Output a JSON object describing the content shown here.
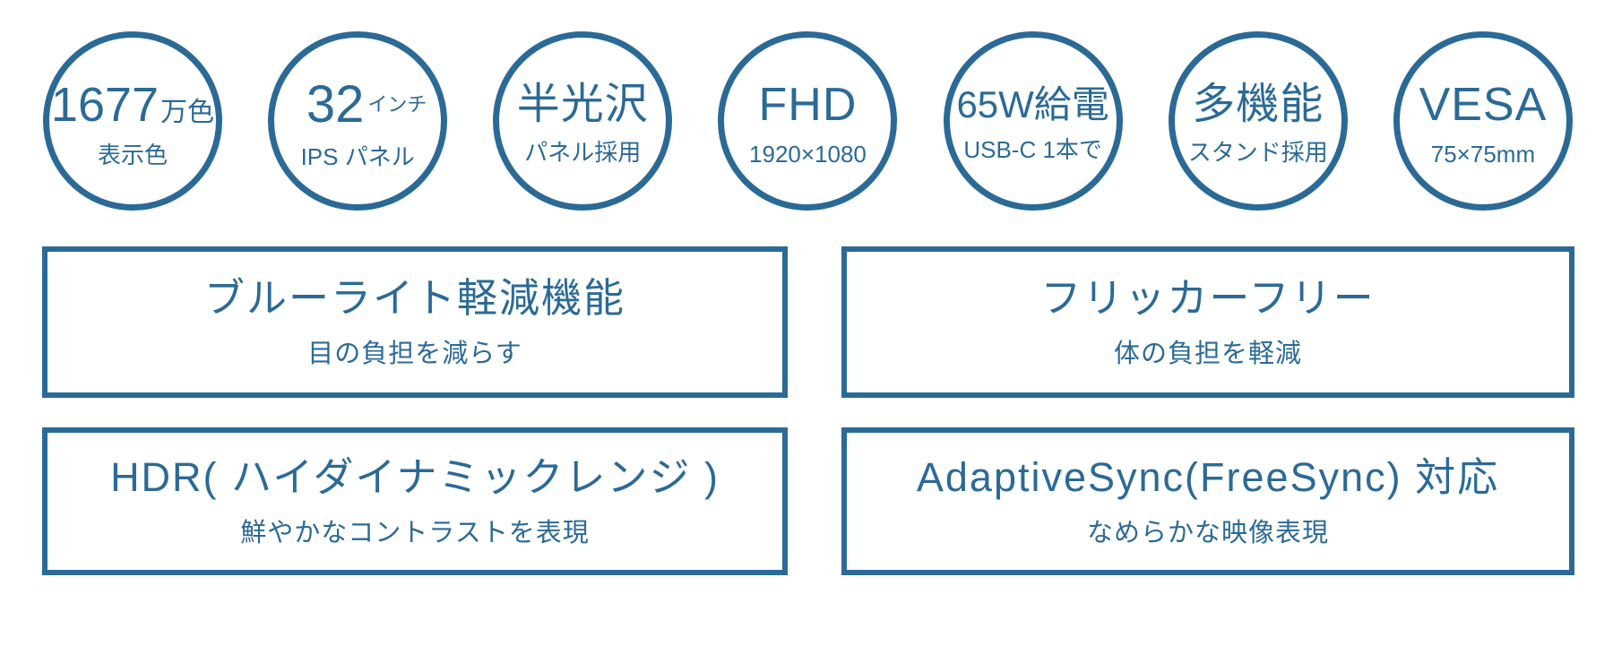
{
  "theme": {
    "accent": "#2b6a96",
    "background": "#ffffff"
  },
  "feature_circles": [
    {
      "main": "1677",
      "main_suffix": "万色",
      "sub": "表示色"
    },
    {
      "main": "32",
      "main_suffix": "インチ",
      "sub": "IPS パネル"
    },
    {
      "main": "半光沢",
      "sub": "パネル採用"
    },
    {
      "main": "FHD",
      "sub": "1920×1080"
    },
    {
      "main": "65W給電",
      "sub": "USB-C 1本で"
    },
    {
      "main": "多機能",
      "sub": "スタンド採用"
    },
    {
      "main": "VESA",
      "sub": "75×75mm"
    }
  ],
  "feature_boxes": [
    {
      "title": "ブルーライト軽減機能",
      "subtitle": "目の負担を減らす"
    },
    {
      "title": "フリッカーフリー",
      "subtitle": "体の負担を軽減"
    },
    {
      "title": "HDR( ハイダイナミックレンジ )",
      "subtitle": "鮮やかなコントラストを表現"
    },
    {
      "title": "AdaptiveSync(FreeSync) 対応",
      "subtitle": "なめらかな映像表現"
    }
  ]
}
